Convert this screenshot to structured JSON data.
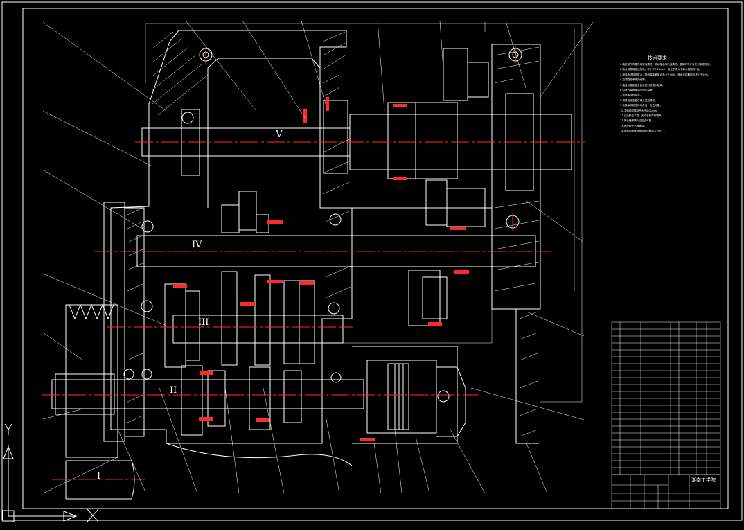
{
  "drawing": {
    "shaft_labels": [
      "V",
      "IV",
      "III",
      "II",
      "I"
    ],
    "technical_requirements_title": "技术要求",
    "technical_requirements": [
      "1.装配前所有零件用煤油清洗，滚动轴承用汽油清洗，箱体内不许有任何杂物存在。",
      "2.啮合侧隙用铅丝检验，不小于0.16mm，铅丝不得大于最小侧隙的4倍。",
      "3.用涂色法检验斑点，按齿高接触斑点不小于40%，按齿长接触斑点不小于50%。",
      "4.应调整轴承轴向间隙。",
      "5.箱盖与箱座接合面涂密封胶或水玻璃。",
      "6.机座内装润滑油至规定高度。",
      "7.表面涂灰色油漆。",
      "8.滑移齿轮应能在轴上灵活滑动。",
      "9.各操纵手柄应转动灵活，定位可靠。",
      "10.主轴径向跳动不大于0.01mm。",
      "11.试运转应平稳，无冲击和异常噪声。",
      "12.离合器摩擦片应接合可靠。",
      "13.各密封处不得漏油。",
      "14.按机床精度标准检验合格后方可出厂。"
    ],
    "title_block": {
      "school": "湖南工学院"
    }
  },
  "colors": {
    "outline": "#ffffff",
    "centerline": "#ff2a2a",
    "background": "#000000"
  }
}
